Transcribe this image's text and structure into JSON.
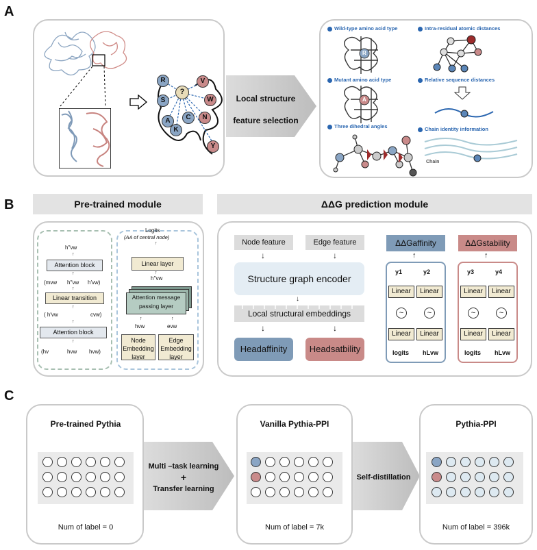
{
  "panel_a": {
    "letter": "A",
    "arrow_label_line1": "Local structure",
    "arrow_label_line2": "feature selection",
    "residues": [
      "R",
      "S",
      "A",
      "K",
      "C",
      "V",
      "W",
      "N",
      "Y",
      "?"
    ],
    "features": {
      "wild_type": "Wild-type amino acid type",
      "mutant": "Mutant amino acid type",
      "dihedral": "Three dihedral angles",
      "intra_residual": "Intra-residual atomic distances",
      "relative_seq": "Relative sequence distances",
      "chain_identity": "Chain identity information",
      "chain_label": "Chain",
      "wt_letter": "R",
      "mut_letter": "A"
    }
  },
  "panel_b": {
    "letter": "B",
    "pretrained_header": "Pre-trained module",
    "ddg_header": "ΔΔG prediction module",
    "left_block": {
      "h_top": "h′′vw",
      "attention_block_top": "Attention block",
      "row_m": "(mvw",
      "row_hpp": "h′′vw",
      "row_hpp2": "h′vw)",
      "linear_transition": "Linear transition",
      "row_h_prime": "( h′vw",
      "row_c": "cvw)",
      "attention_block_bottom": "Attention block",
      "row_hv": "(hv",
      "row_hvw": "hvw",
      "row_hvw2": "hvw)"
    },
    "right_block": {
      "logits": "Logits",
      "logits_sub": "(AA of central node)",
      "linear_layer": "Linear layer",
      "h_pp": "h′′vw",
      "attention_msg": "Attention message passing layer",
      "h_vw": "hvw",
      "e_vw": "evw",
      "node_embedding": "Node Embedding layer",
      "edge_embedding": "Edge Embedding layer"
    },
    "ddg": {
      "node_feature": "Node feature",
      "edge_feature": "Edge feature",
      "encoder": "Structure graph encoder",
      "local_emb": "Local structural embeddings",
      "head_affinity": "Headaffinity",
      "head_stability": "Headsatbility",
      "ddg_affinity": "ΔΔGaffinity",
      "ddg_stability": "ΔΔGstability",
      "linear": "Linear",
      "affinity_inputs": [
        "logits",
        "hLvw"
      ],
      "stability_inputs": [
        "logits",
        "hLvw"
      ],
      "affinity_outputs": [
        "y1",
        "y2"
      ],
      "stability_outputs": [
        "y3",
        "y4"
      ],
      "activation": "~"
    }
  },
  "panel_c": {
    "letter": "C",
    "cards": [
      {
        "title": "Pre-trained Pythia",
        "num_label": "Num of label = 0"
      },
      {
        "title": "Vanilla Pythia-PPI",
        "num_label": "Num of label = 7k"
      },
      {
        "title": "Pythia-PPI",
        "num_label": "Num of label = 396k"
      }
    ],
    "arrow1_line1": "Multi –task learning",
    "arrow1_plus": "+",
    "arrow1_line2": "Transfer learning",
    "arrow2": "Self-distillation"
  },
  "colors": {
    "blue_accent": "#2a66b0",
    "affinity_blue": "#7f9bb7",
    "stability_red": "#c98a88",
    "node_blue": "#8aa5c4",
    "node_red": "#c98a8a",
    "node_light": "#dde9f1"
  }
}
